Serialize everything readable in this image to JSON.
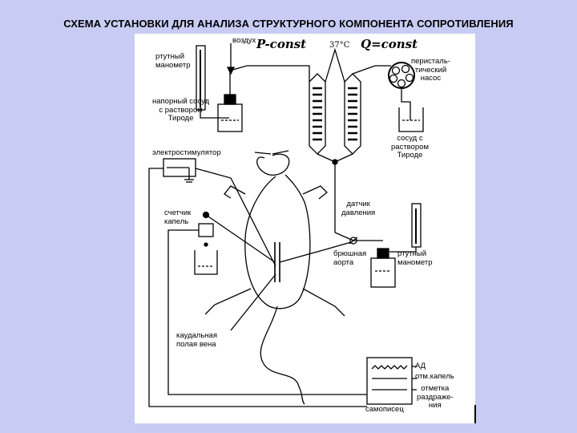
{
  "title": "СХЕМА УСТАНОВКИ ДЛЯ АНАЛИЗА СТРУКТУРНОГО КОМПОНЕНТА СОПРОТИВЛЕНИЯ",
  "labels": {
    "air": "воздух",
    "p_const": "P-const",
    "temp": "37°C",
    "q_const": "Q=const",
    "manometer_left": [
      "ртутный",
      "манометр"
    ],
    "pump": [
      "перисталь-",
      "тический",
      "насос"
    ],
    "pressure_vessel": [
      "напорный сосуд",
      "с раствором",
      "Тироде"
    ],
    "vessel_right": [
      "сосуд с",
      "раствором",
      "Тироде"
    ],
    "stimulator": "электростимулятор",
    "drop_counter": [
      "счетчик",
      "капель"
    ],
    "pressure_sensor": [
      "датчик",
      "давления"
    ],
    "aorta": [
      "брюшная",
      "аорта"
    ],
    "manometer_right": [
      "ртутный",
      "манометр"
    ],
    "caudal_vein": [
      "каудальная",
      "полая вена"
    ],
    "recorder_ad": "АД",
    "recorder_drops": "отм.капель",
    "recorder_mark": [
      "отметка",
      "раздраже-",
      "ния"
    ],
    "recorder": "самописец"
  }
}
